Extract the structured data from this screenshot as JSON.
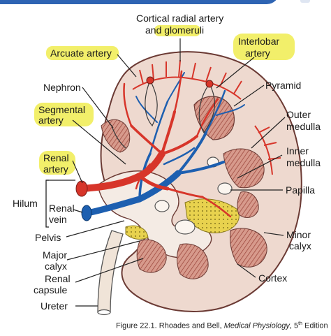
{
  "labels": {
    "cortical_radial_1": "Cortical radial artery",
    "cortical_radial_2": "and glomeruli",
    "interlobar_1": "Interlobar",
    "interlobar_2": "artery",
    "arcuate": "Arcuate artery",
    "nephron": "Nephron",
    "pyramid": "Pyramid",
    "segmental_1": "Segmental",
    "segmental_2": "artery",
    "outer_medulla_1": "Outer",
    "outer_medulla_2": "medulla",
    "inner_medulla_1": "Inner",
    "inner_medulla_2": "medulla",
    "renal_artery_1": "Renal",
    "renal_artery_2": "artery",
    "papilla": "Papilla",
    "hilum": "Hilum",
    "renal_vein_1": "Renal",
    "renal_vein_2": "vein",
    "pelvis": "Pelvis",
    "minor_calyx_1": "Minor",
    "minor_calyx_2": "calyx",
    "major_calyx_1": "Major",
    "major_calyx_2": "calyx",
    "renal_capsule_1": "Renal",
    "renal_capsule_2": "capsule",
    "cortex": "Cortex",
    "ureter": "Ureter"
  },
  "caption": {
    "prefix": "Figure 22.1. Rhoades and Bell, ",
    "book": "Medical Physiology",
    "edition_num": ", 5",
    "edition_sup": "th",
    "edition_word": " Edition"
  },
  "colors": {
    "highlight": "#f2ef6a",
    "artery": "#d7352a",
    "vein": "#1d5fb0",
    "cortex_fill": "#eed9cf",
    "medulla_fill": "#c98579",
    "fat_fill": "#e7cf52",
    "top_bar": "#2e64b3"
  }
}
